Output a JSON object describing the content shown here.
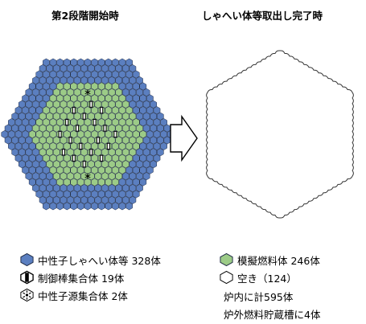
{
  "titles": {
    "left": "第2段階開始時",
    "right": "しゃへい体等取出し完了時"
  },
  "colors": {
    "shielding": "#5b7fc0",
    "dummy_fuel": "#9ccb87",
    "empty": "#ffffff",
    "outline": "#1f2b44"
  },
  "legend": {
    "shielding": "中性子しゃへい体等 328体",
    "control_rod": "制御棒集合体 19体",
    "neutron_source": "中性子源集合体 2体",
    "dummy_fuel": "模擬燃料体 246体",
    "empty": "空き（124）"
  },
  "totals": {
    "in_core": "炉内に計595体",
    "ex_vessel": "炉外燃料貯蔵槽に4体"
  },
  "counts": {
    "shielding": 328,
    "control_rod": 19,
    "neutron_source": 2,
    "dummy_fuel": 246,
    "empty": 124
  }
}
